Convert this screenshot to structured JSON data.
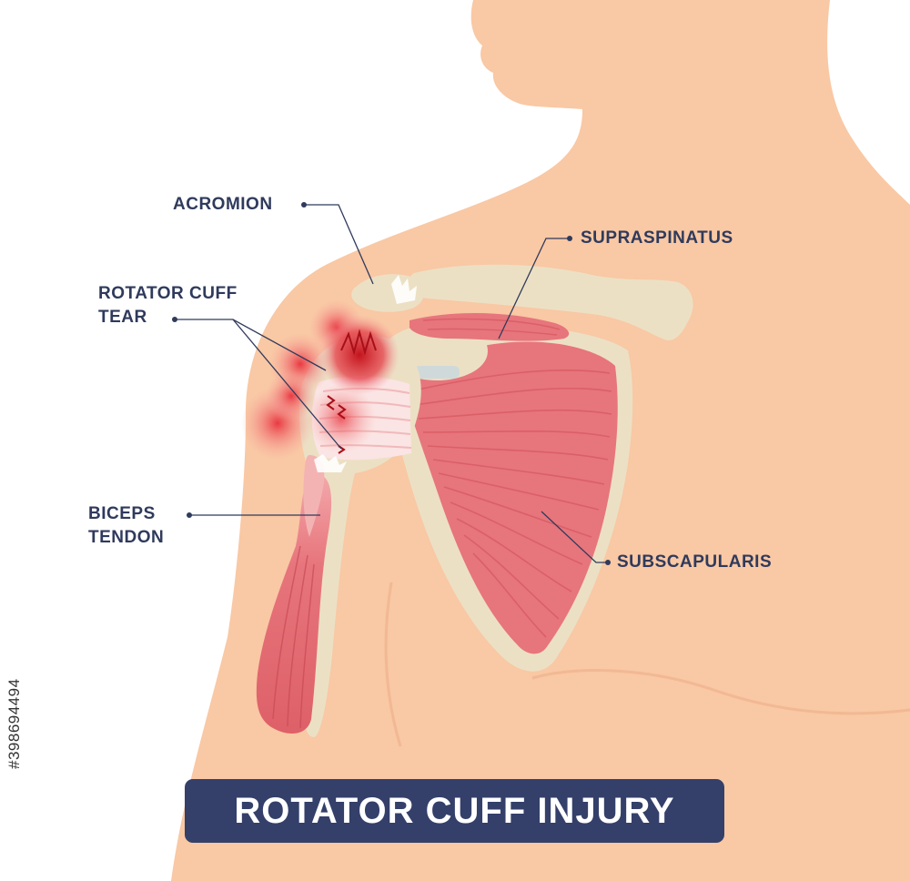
{
  "labels": {
    "acromion": "ACROMION",
    "supraspinatus": "SUPRASPINATUS",
    "rotator_cuff_tear_line1": "ROTATOR CUFF",
    "rotator_cuff_tear_line2": "TEAR",
    "biceps_tendon_line1": "BICEPS",
    "biceps_tendon_line2": "TENDON",
    "subscapularis": "SUBSCAPULARIS"
  },
  "title": "ROTATOR CUFF INJURY",
  "stock_id": "#398694494",
  "colors": {
    "skin": "#f9c8a4",
    "bone": "#ece0c4",
    "muscle": "#e7757c",
    "muscle_dark": "#d95a63",
    "inflammation": "#e8323c",
    "label_text": "#2f3a5c",
    "banner": "#34406a"
  }
}
